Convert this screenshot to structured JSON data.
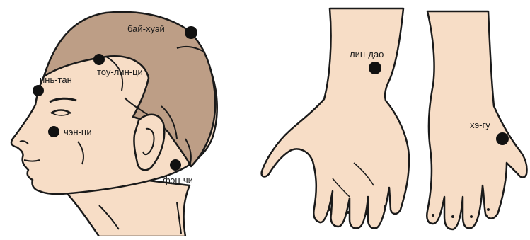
{
  "colors": {
    "skin": "#f7ddc6",
    "hair": "#bd9e86",
    "outline": "#1a1a1a",
    "point": "#111111",
    "background": "#ffffff"
  },
  "points": {
    "bai_huei": "бай-хуэй",
    "tou_lin_ci": "тоу-лин-ци",
    "in_tan": "инь-тан",
    "chen_ci": "чэн-ци",
    "fen_chi": "фэн-чи",
    "lin_dao": "лин-дао",
    "he_gu": "хэ-гу"
  }
}
